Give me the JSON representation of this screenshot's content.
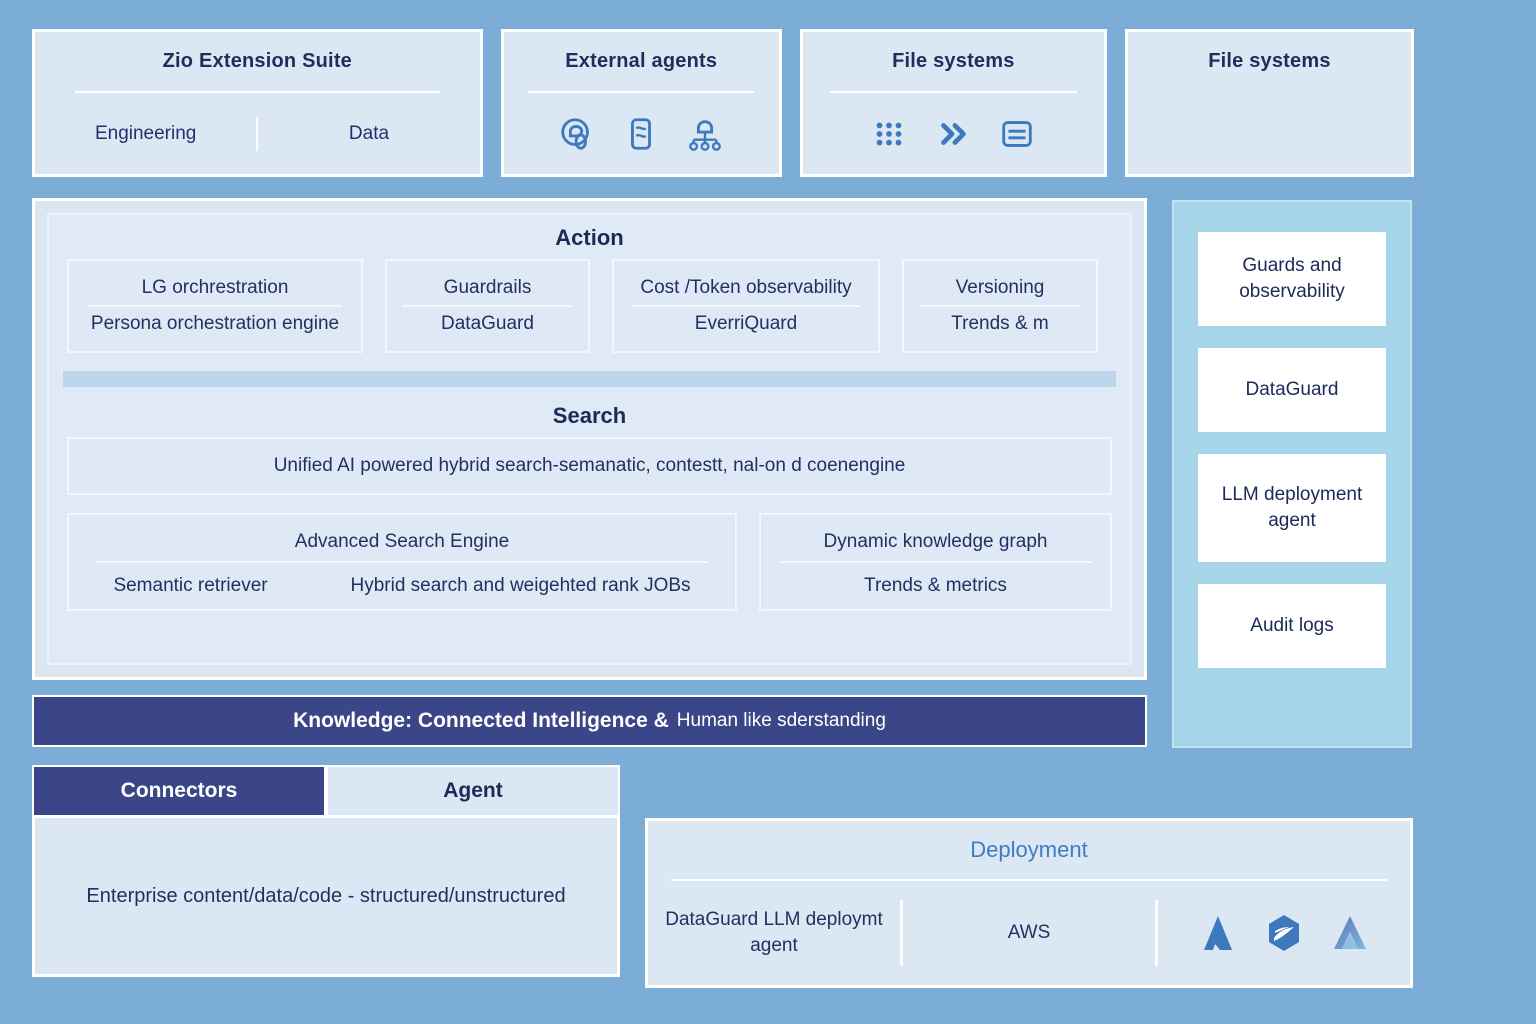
{
  "top_row": [
    {
      "title": "Zio Extension Suite",
      "left_label": "Engineering",
      "right_label": "Data",
      "icons": []
    },
    {
      "title": "External agents",
      "icons": [
        "robot-head-icon",
        "device-loop-icon",
        "hierarchy-nodes-icon"
      ]
    },
    {
      "title": "File systems",
      "icons": [
        "dot-grid-icon",
        "double-chevron-icon",
        "list-card-icon"
      ]
    },
    {
      "title": "File systems",
      "icons": []
    }
  ],
  "action": {
    "title": "Action",
    "cards": [
      {
        "top": "LG orchrestration",
        "bottom": "Persona orchestration engine"
      },
      {
        "top": "Guardrails",
        "bottom": "DataGuard"
      },
      {
        "top": "Cost /Token observability",
        "bottom": "EverriQuard"
      },
      {
        "top": "Versioning",
        "bottom": "Trends & m"
      }
    ]
  },
  "search": {
    "title": "Search",
    "banner": "Unified AI powered hybrid search-semanatic, contestt, nal-on d coenengine",
    "left_card": {
      "title": "Advanced Search Engine",
      "items": [
        "Semantic retriever",
        "Hybrid search and weigehted rank  JOBs"
      ]
    },
    "right_card": {
      "title": "Dynamic knowledge graph",
      "items": [
        "Trends & metrics"
      ]
    }
  },
  "knowledge_bar": {
    "strong": "Knowledge: Connected Intelligence &",
    "light": "Human like sderstanding"
  },
  "rail": {
    "cards": [
      "Guards and observability",
      "DataGuard",
      "LLM deployment agent",
      "Audit logs"
    ]
  },
  "connectors": {
    "tabs": [
      {
        "label": "Connectors",
        "active": true
      },
      {
        "label": "Agent",
        "active": false
      }
    ],
    "body": "Enterprise content/data/code - structured/unstructured"
  },
  "deployment": {
    "title": "Deployment",
    "cell1": "DataGuard LLM deploymt agent",
    "cell2": "AWS",
    "logos": [
      "azure-a-logo",
      "hexagon-swoosh-logo",
      "gradient-a-logo"
    ]
  },
  "colors": {
    "page_background": "#7badd6",
    "panel_fill": "#dce7f4",
    "navy": "#3a4687",
    "text_navy": "#1c2a57",
    "rail_fill": "#a6d4e8",
    "accent_blue": "#3f7cc0"
  }
}
